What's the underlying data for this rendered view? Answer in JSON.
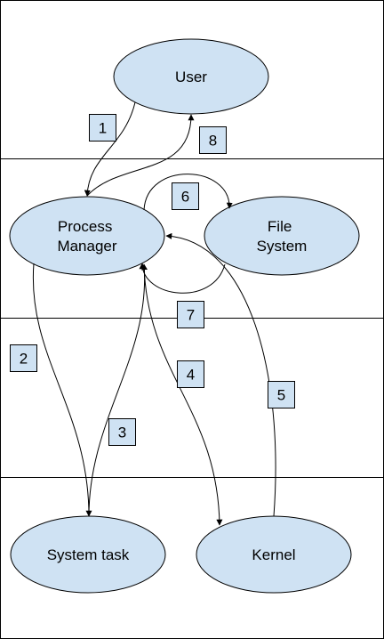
{
  "colors": {
    "node_fill": "#cfe2f3",
    "step_box_fill": "#cfe2f3",
    "stroke": "#000000",
    "background": "#ffffff"
  },
  "nodes": {
    "user": {
      "label_lines": [
        "User"
      ]
    },
    "process_manager": {
      "label_lines": [
        "Process",
        "Manager"
      ]
    },
    "file_system": {
      "label_lines": [
        "File",
        "System"
      ]
    },
    "system_task": {
      "label_lines": [
        "System task"
      ]
    },
    "kernel": {
      "label_lines": [
        "Kernel"
      ]
    }
  },
  "steps": {
    "s1": "1",
    "s2": "2",
    "s3": "3",
    "s4": "4",
    "s5": "5",
    "s6": "6",
    "s7": "7",
    "s8": "8"
  }
}
